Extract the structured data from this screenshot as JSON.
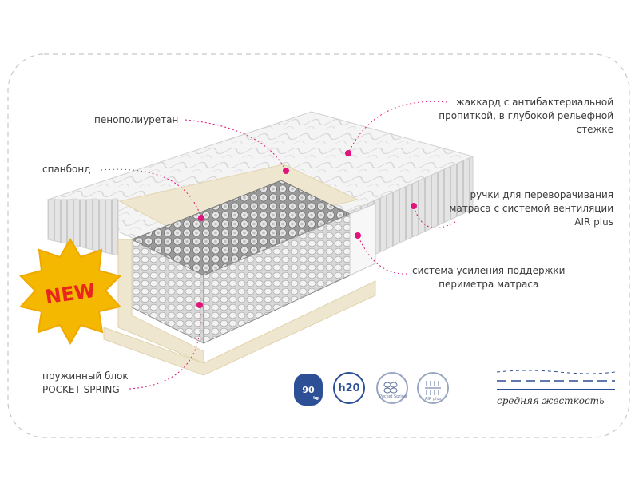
{
  "badge": {
    "text": "NEW",
    "color": "#f5b800",
    "text_color": "#e8261f"
  },
  "labels": {
    "foam": "пенополиуретан",
    "spunbond": "спанбонд",
    "jacquard": [
      "жаккард с антибактериальной",
      "пропиткой, в глубокой рельефной",
      "стежке"
    ],
    "handles": [
      "ручки для переворачивания",
      "матраса с системой вентиляции",
      "AIR plus"
    ],
    "perimeter": [
      "система усиления поддержки",
      "периметра матраса"
    ],
    "spring_block": [
      "пружинный блок",
      "POCKET SPRING"
    ]
  },
  "icons": {
    "max_load": {
      "value": "90",
      "unit": "kg",
      "icon": "weight-icon"
    },
    "height": {
      "value": "h20",
      "icon": "height-icon"
    },
    "pocket_spring": {
      "caption": "Pocket Spring",
      "icon": "pocket-spring-icon"
    },
    "air_plus": {
      "caption": "AIR plus",
      "icon": "air-plus-icon"
    }
  },
  "hardness": {
    "label": "средняя жесткость"
  },
  "colors": {
    "accent": "#e0147a",
    "icon_blue": "#2c4f96",
    "frame": "#c8c8c8",
    "foam": "#efe6cf"
  }
}
